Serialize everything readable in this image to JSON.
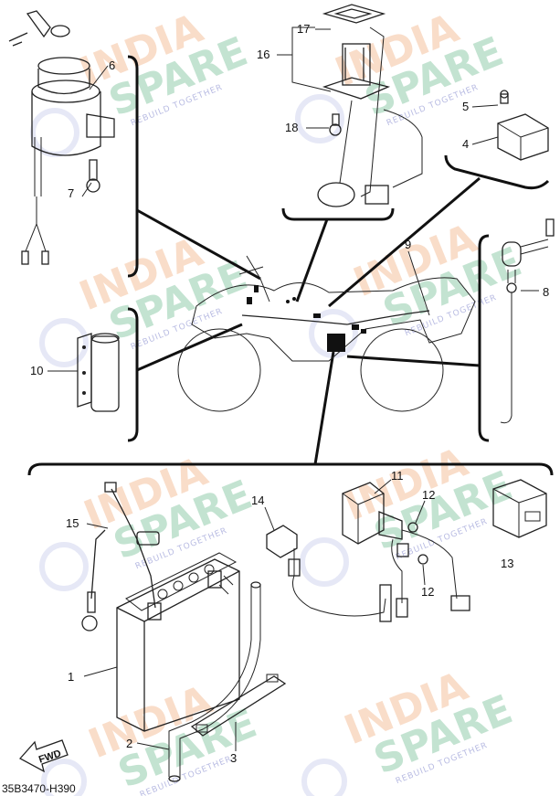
{
  "diagram": {
    "code": "35B3470-H390",
    "fwd_label": "FWD",
    "callouts": {
      "p1": "1",
      "p2": "2",
      "p3": "3",
      "p4": "4",
      "p5": "5",
      "p6": "6",
      "p7": "7",
      "p8": "8",
      "p9": "9",
      "p10": "10",
      "p11": "11",
      "p12a": "12",
      "p12b": "12",
      "p13": "13",
      "p14": "14",
      "p15": "15",
      "p16": "16",
      "p17": "17",
      "p18": "18"
    }
  },
  "watermark": {
    "line1": "INDIA",
    "line2": "SPARE",
    "tagline": "REBUILD TOGETHER"
  }
}
